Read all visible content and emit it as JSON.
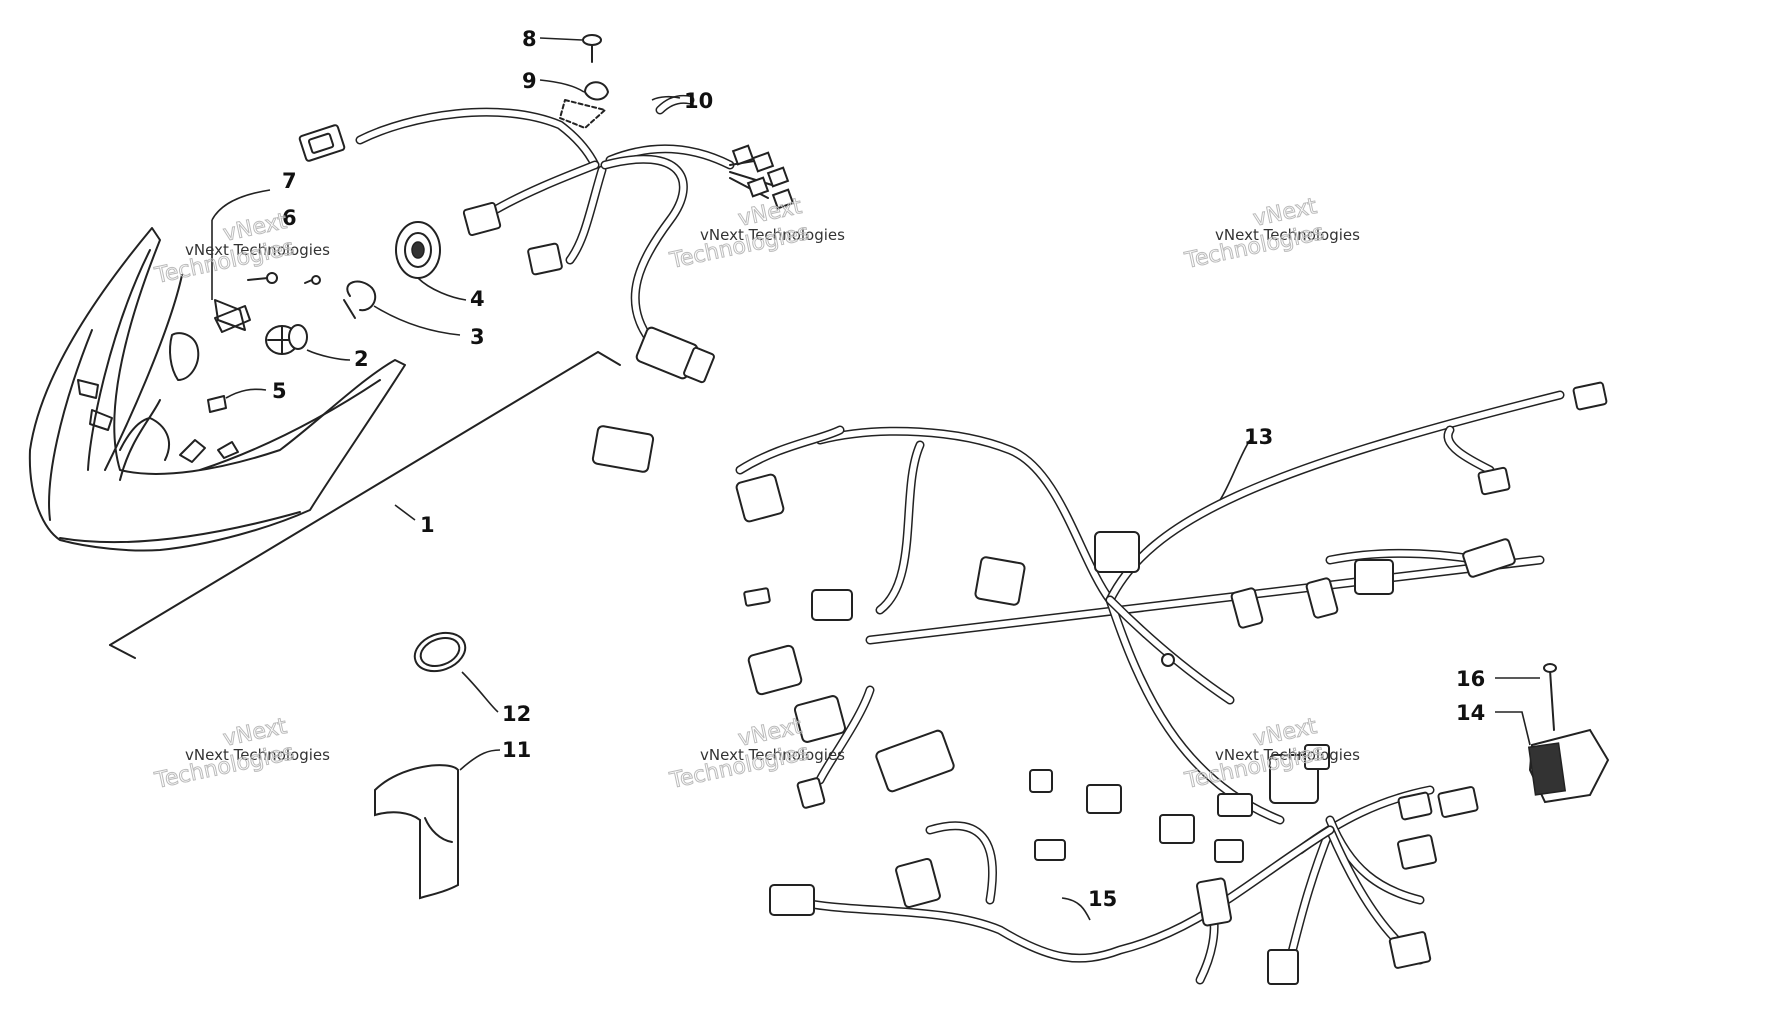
{
  "callouts": [
    {
      "id": "1",
      "label": "1"
    },
    {
      "id": "2",
      "label": "2"
    },
    {
      "id": "3",
      "label": "3"
    },
    {
      "id": "4",
      "label": "4"
    },
    {
      "id": "5",
      "label": "5"
    },
    {
      "id": "6",
      "label": "6"
    },
    {
      "id": "7",
      "label": "7"
    },
    {
      "id": "8",
      "label": "8"
    },
    {
      "id": "9",
      "label": "9"
    },
    {
      "id": "10",
      "label": "10"
    },
    {
      "id": "11",
      "label": "11"
    },
    {
      "id": "12",
      "label": "12"
    },
    {
      "id": "13",
      "label": "13"
    },
    {
      "id": "14",
      "label": "14"
    },
    {
      "id": "15",
      "label": "15"
    },
    {
      "id": "16",
      "label": "16"
    }
  ],
  "watermark": {
    "text": "vNext Technologies",
    "line1": "vNext",
    "line2": "Technologies"
  }
}
